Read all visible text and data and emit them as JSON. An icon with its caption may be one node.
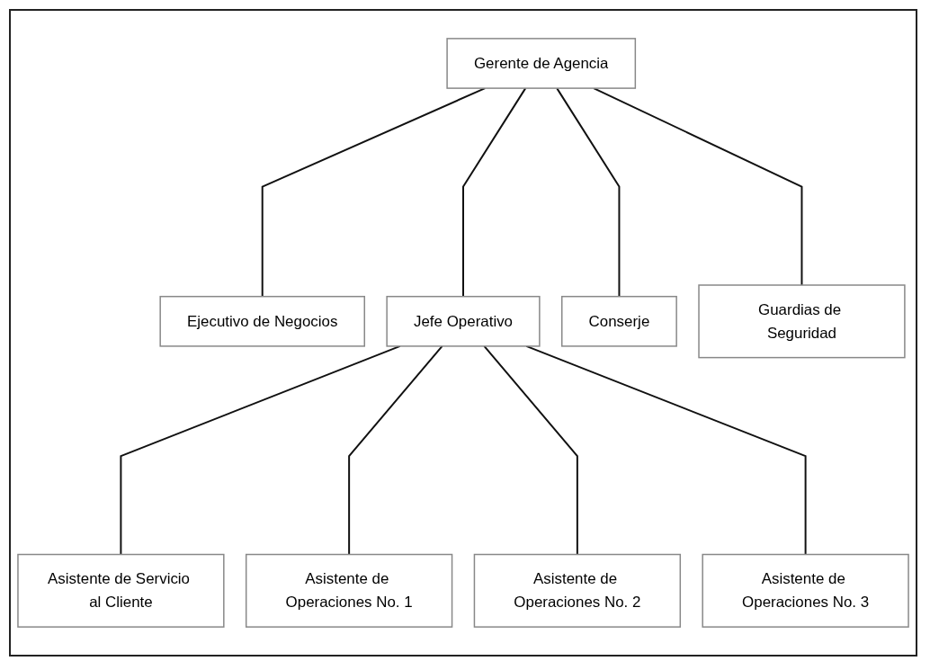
{
  "diagram": {
    "nodes": [
      {
        "text": [
          "Gerente de Agencia"
        ]
      },
      {
        "text": [
          "Ejecutivo de Negocios"
        ]
      },
      {
        "text": [
          "Jefe Operativo"
        ]
      },
      {
        "text": [
          "Asistente de Servicio al Cliente"
        ]
      },
      {
        "text": [
          "Asistente de Operaciones No. 1"
        ]
      },
      {
        "text": [
          "Asistente de Operaciones No. 2"
        ]
      },
      {
        "text": [
          "Asistente de Operaciones No. 3"
        ]
      },
      {
        "text": [
          "Conserje"
        ]
      },
      {
        "text": [
          "Guardias de Seguridad"
        ]
      }
    ],
    "edges": [
      {
        "from": 0,
        "to": 1,
        "arrow": "none"
      },
      {
        "from": 0,
        "to": 2,
        "arrow": "none"
      },
      {
        "from": 2,
        "to": 3,
        "arrow": "none"
      },
      {
        "from": 2,
        "to": 4,
        "arrow": "none"
      },
      {
        "from": 2,
        "to": 5,
        "arrow": "none"
      },
      {
        "from": 2,
        "to": 6,
        "arrow": "none"
      },
      {
        "from": 0,
        "to": 7,
        "arrow": "none"
      },
      {
        "from": 0,
        "to": 8,
        "arrow": "none"
      }
    ]
  }
}
